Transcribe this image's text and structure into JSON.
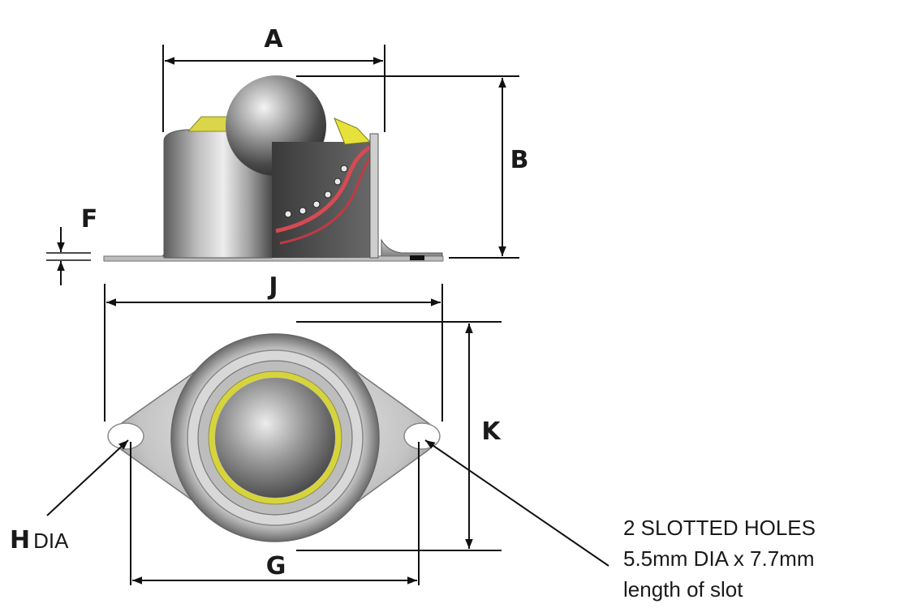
{
  "dimensions": {
    "a": "A",
    "b": "B",
    "f": "F",
    "j": "J",
    "k": "K",
    "g": "G",
    "h": "H"
  },
  "h_suffix": "DIA",
  "note": {
    "line1": "2 SLOTTED HOLES",
    "line2": "5.5mm DIA x 7.7mm",
    "line3": "length of slot"
  },
  "colors": {
    "steel": "#9a9a9a",
    "yellow_seal": "#d6d43a",
    "red_liner": "#d64a52"
  }
}
